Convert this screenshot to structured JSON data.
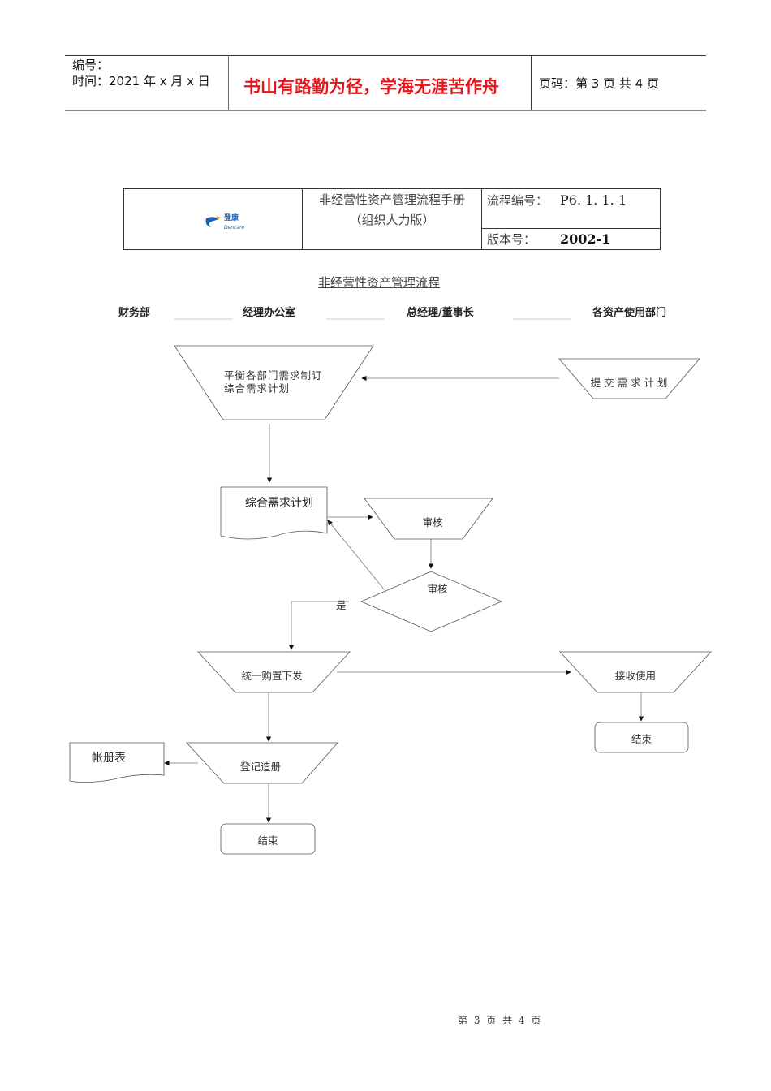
{
  "header": {
    "number_label": "编号：",
    "time_label": "时间：2021 年 x 月 x 日",
    "motto": "书山有路勤为径，学海无涯苦作舟",
    "page_info": "页码：第 3 页  共 4 页"
  },
  "doc_table": {
    "logo_text": "登康",
    "logo_sub": "Dencare",
    "manual_title": "非经营性资产管理流程手册",
    "manual_subtitle": "（组织人力版）",
    "process_no_label": "流程编号：",
    "process_no": "P6. 1. 1. 1",
    "version_label": "版本号：",
    "version": "2002-1"
  },
  "flow": {
    "title": "非经营性资产管理流程",
    "lanes": [
      "财务部",
      "经理办公室",
      "总经理/董事长",
      "各资产使用部门"
    ],
    "nodes": {
      "balance": "平衡各部门需求制订综合需求计划",
      "submit": "提 交 需 求 计 划",
      "plan": "综合需求计划",
      "review1": "审核",
      "review2": "审核",
      "yes": "是",
      "purchase": "统一购置下发",
      "receive": "接收使用",
      "end1": "结束",
      "register": "登记造册",
      "ledger": "帐册表",
      "end2": "结束"
    }
  },
  "footer": {
    "page": "第 3 页 共 4 页"
  }
}
